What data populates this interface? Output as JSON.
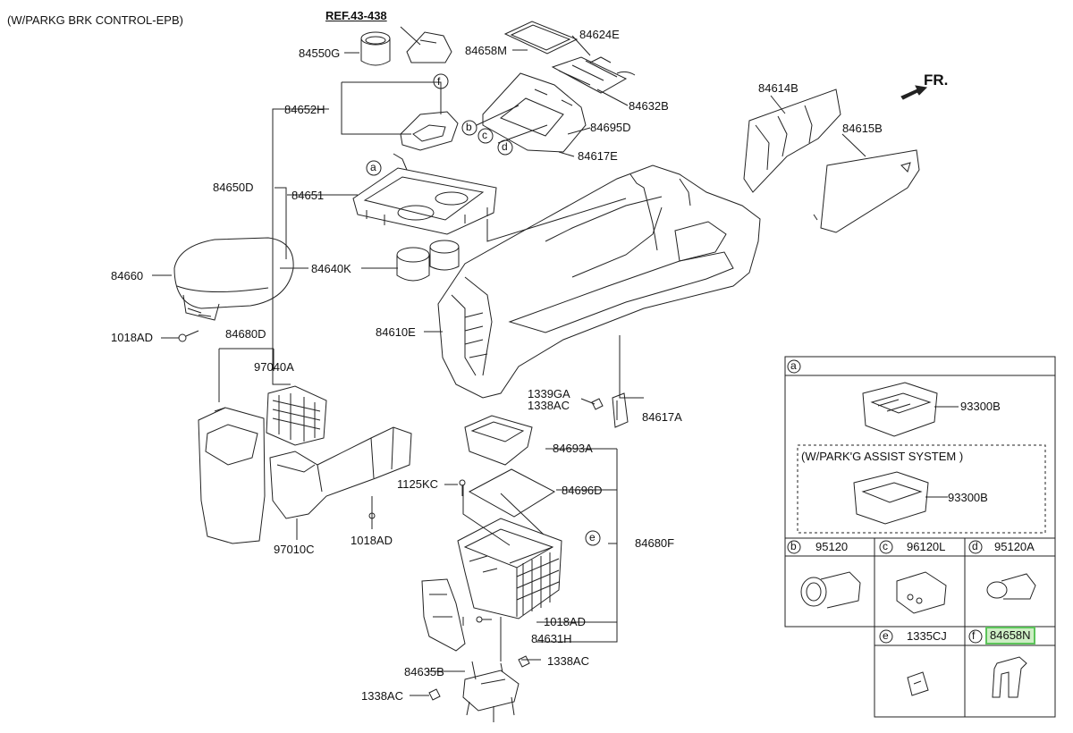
{
  "header": {
    "note": "(W/PARKG BRK CONTROL-EPB)",
    "ref": "REF.43-438",
    "direction": "FR."
  },
  "callouts": {
    "c_84550G": "84550G",
    "c_84658M": "84658M",
    "c_84624E": "84624E",
    "c_84632B": "84632B",
    "c_84652H": "84652H",
    "c_84695D": "84695D",
    "c_84617E": "84617E",
    "c_84650D": "84650D",
    "c_84651": "84651",
    "c_84614B": "84614B",
    "c_84615B": "84615B",
    "c_84660": "84660",
    "c_84640K": "84640K",
    "c_84610E": "84610E",
    "c_1018AD_a": "1018AD",
    "c_84680D": "84680D",
    "c_97040A": "97040A",
    "c_1339GA": "1339GA",
    "c_1338AC_a": "1338AC",
    "c_84617A": "84617A",
    "c_84693A": "84693A",
    "c_1125KC": "1125KC",
    "c_84696D": "84696D",
    "c_97010C": "97010C",
    "c_1018AD_b": "1018AD",
    "c_84680F": "84680F",
    "c_1018AD_c": "1018AD",
    "c_84631H": "84631H",
    "c_84635B": "84635B",
    "c_1338AC_b": "1338AC",
    "c_1338AC_c": "1338AC"
  },
  "letters": {
    "a": "a",
    "b": "b",
    "c": "c",
    "d": "d",
    "e": "e",
    "f": "f"
  },
  "inset": {
    "a_part": "93300B",
    "assist_title": "(W/PARK'G ASSIST SYSTEM )",
    "assist_part": "93300B",
    "b_part": "95120",
    "c_part": "96120L",
    "d_part": "95120A",
    "e_part": "1335CJ",
    "f_part": "84658N"
  },
  "colors": {
    "line": "#222222",
    "highlight_fill": "#cdeec4",
    "highlight_border": "#5cc45a"
  }
}
